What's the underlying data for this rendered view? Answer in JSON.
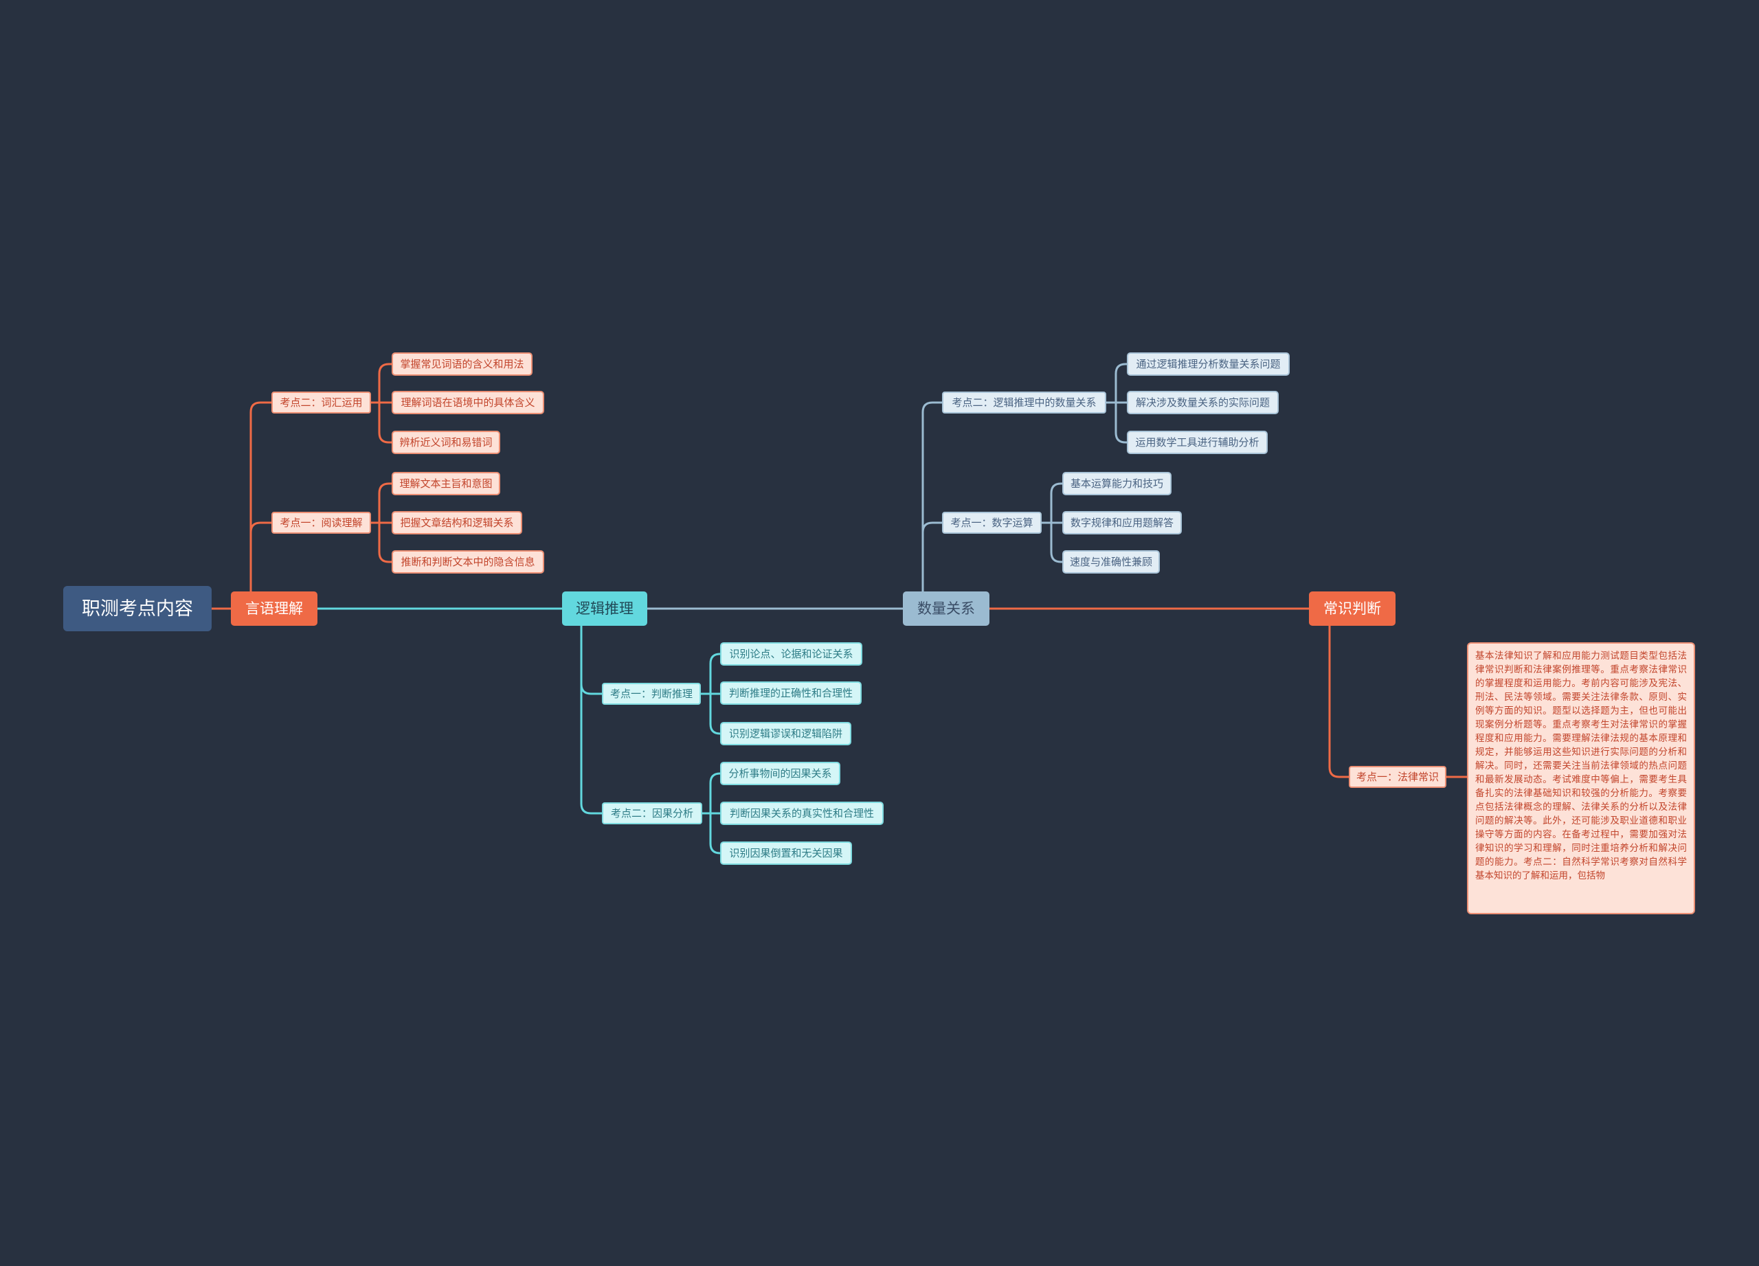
{
  "root": {
    "label": "职测考点内容"
  },
  "branches": {
    "language": {
      "label": "言语理解",
      "sub1": {
        "label": "考点二：词汇运用",
        "leaves": [
          "掌握常见词语的含义和用法",
          "理解词语在语境中的具体含义",
          "辨析近义词和易错词"
        ]
      },
      "sub2": {
        "label": "考点一：阅读理解",
        "leaves": [
          "理解文本主旨和意图",
          "把握文章结构和逻辑关系",
          "推断和判断文本中的隐含信息"
        ]
      }
    },
    "logic": {
      "label": "逻辑推理",
      "sub1": {
        "label": "考点一：判断推理",
        "leaves": [
          "识别论点、论据和论证关系",
          "判断推理的正确性和合理性",
          "识别逻辑谬误和逻辑陷阱"
        ]
      },
      "sub2": {
        "label": "考点二：因果分析",
        "leaves": [
          "分析事物间的因果关系",
          "判断因果关系的真实性和合理性",
          "识别因果倒置和无关因果"
        ]
      }
    },
    "quantity": {
      "label": "数量关系",
      "sub1": {
        "label": "考点二：逻辑推理中的数量关系",
        "leaves": [
          "通过逻辑推理分析数量关系问题",
          "解决涉及数量关系的实际问题",
          "运用数学工具进行辅助分析"
        ]
      },
      "sub2": {
        "label": "考点一：数字运算",
        "leaves": [
          "基本运算能力和技巧",
          "数字规律和应用题解答",
          "速度与准确性兼顾"
        ]
      }
    },
    "common": {
      "label": "常识判断",
      "sub1": {
        "label": "考点一：法律常识"
      },
      "note": "基本法律知识了解和应用能力测试题目类型包括法律常识判断和法律案例推理等。重点考察法律常识的掌握程度和运用能力。考前内容可能涉及宪法、刑法、民法等领域。需要关注法律条款、原则、实例等方面的知识。题型以选择题为主，但也可能出现案例分析题等。重点考察考生对法律常识的掌握程度和应用能力。需要理解法律法规的基本原理和规定，并能够运用这些知识进行实际问题的分析和解决。同时，还需要关注当前法律领域的热点问题和最新发展动态。考试难度中等偏上，需要考生具备扎实的法律基础知识和较强的分析能力。考察要点包括法律概念的理解、法律关系的分析以及法律问题的解决等。此外，还可能涉及职业道德和职业操守等方面的内容。在备考过程中，需要加强对法律知识的学习和理解，同时注重培养分析和解决问题的能力。考点二：自然科学常识考察对自然科学基本知识的了解和运用，包括物"
    }
  },
  "colors": {
    "background": "#283140",
    "orange": "#ef6a46",
    "cyan": "#62d8de",
    "blue": "#9bbbd1",
    "root": "#3e5a82"
  }
}
